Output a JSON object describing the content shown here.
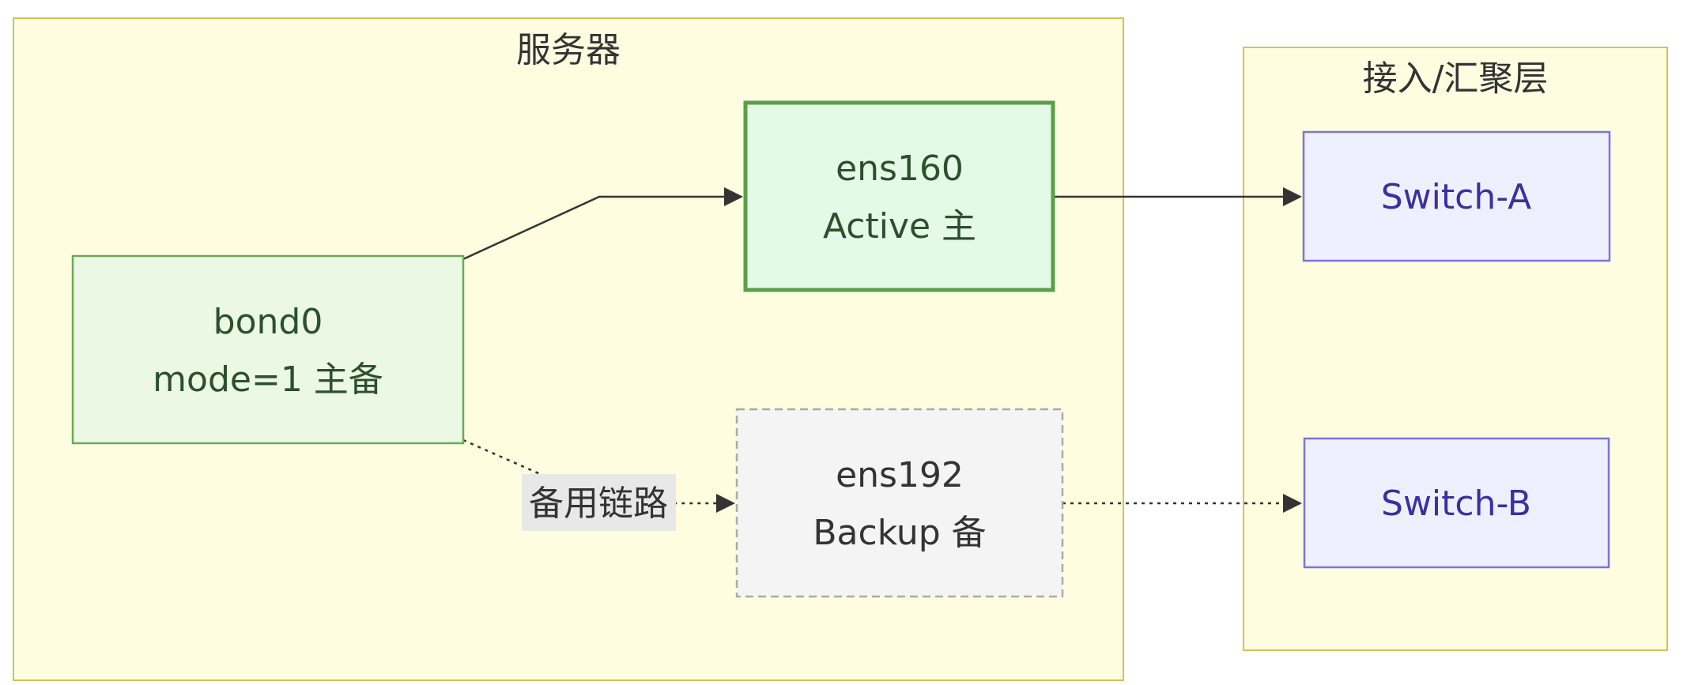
{
  "groups": {
    "server": {
      "title": "服务器"
    },
    "access": {
      "title": "接入/汇聚层"
    }
  },
  "nodes": {
    "bond0": {
      "line1": "bond0",
      "line2": "mode=1 主备"
    },
    "ens160": {
      "line1": "ens160",
      "line2": "Active 主"
    },
    "ens192": {
      "line1": "ens192",
      "line2": "Backup 备"
    },
    "switch_a": {
      "label": "Switch-A"
    },
    "switch_b": {
      "label": "Switch-B"
    }
  },
  "edges": {
    "backup_label": "备用链路"
  },
  "colors": {
    "group_fill": "#fffde0",
    "group_stroke": "#c8c85a",
    "bond_fill": "#eaf8e4",
    "bond_stroke": "#6aaa55",
    "active_fill": "#e4f9e6",
    "active_stroke": "#5aa04a",
    "backup_fill": "#f4f4f4",
    "backup_stroke": "#aaaaaa",
    "switch_fill": "#eef0ff",
    "switch_stroke": "#7b74dd",
    "switch_text": "#3c2fa0",
    "node_text": "#2d4f2d",
    "line": "#333333"
  }
}
